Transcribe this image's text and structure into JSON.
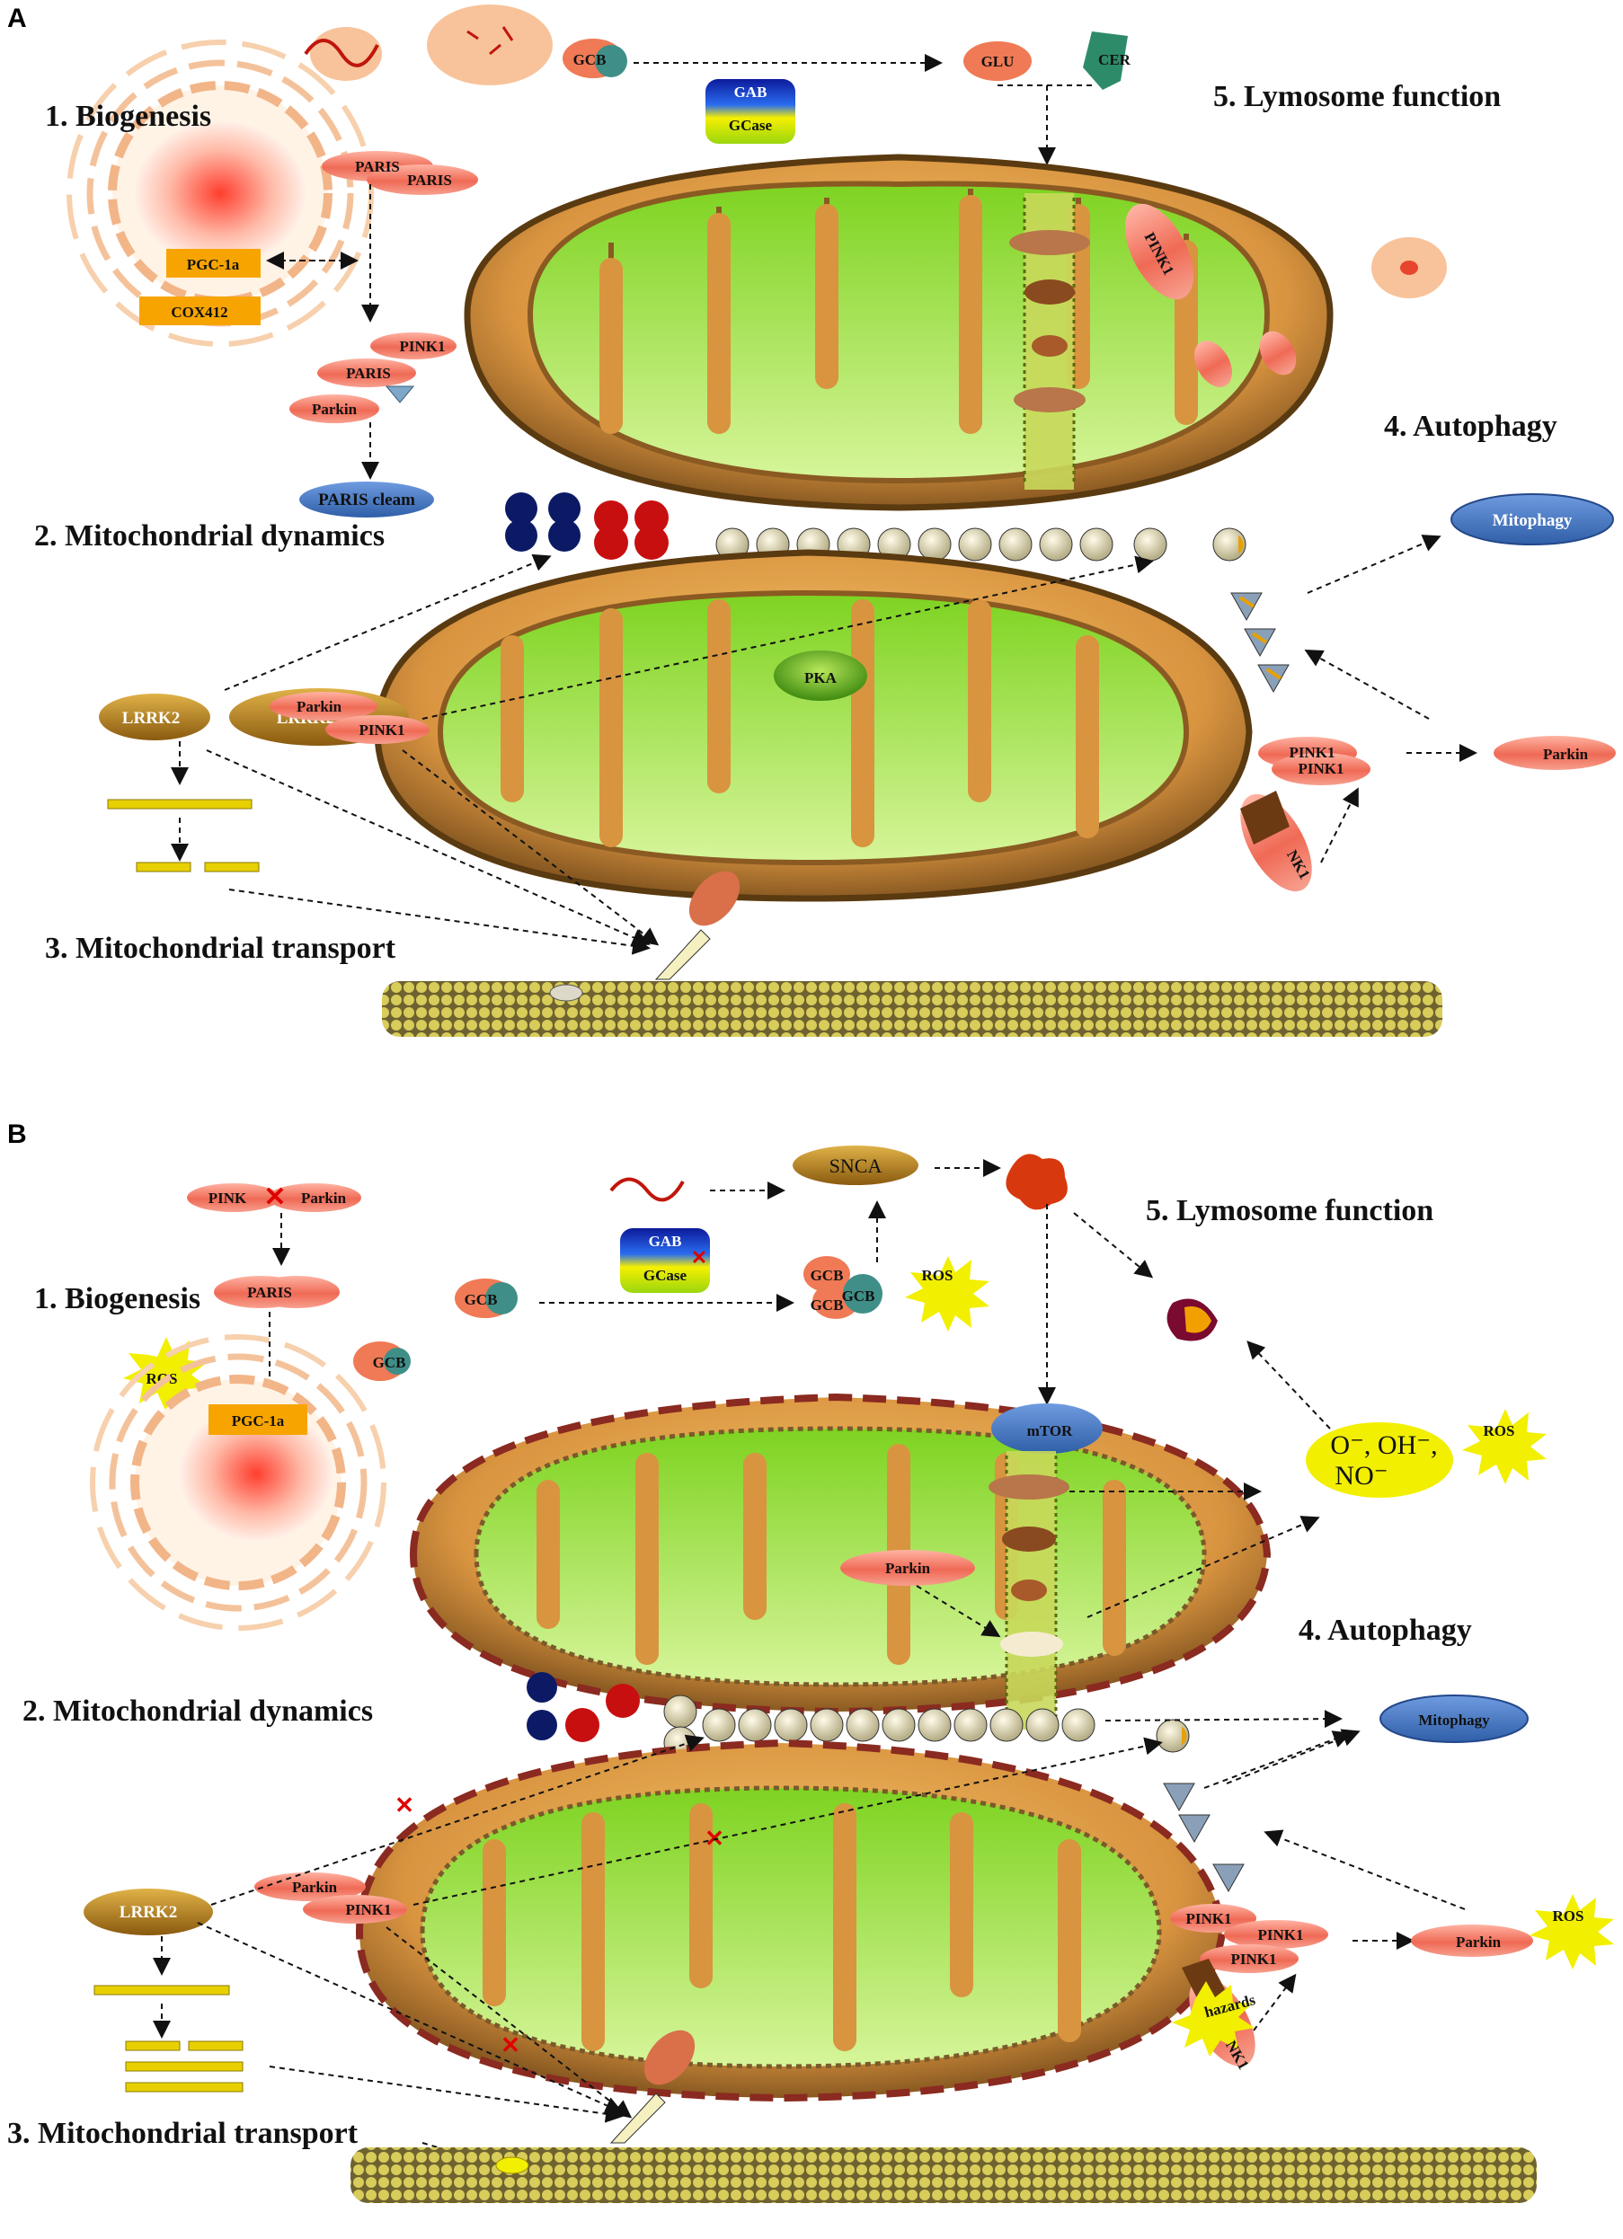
{
  "panels": {
    "a": "A",
    "b": "B"
  },
  "top": {
    "biogenesis": "1. Biogenesis",
    "dynamics": "2. Mitochondrial dynamics",
    "transport": "3. Mitochondrial transport",
    "autophagy": "4. Autophagy",
    "lysosome": "5. Lymosome  function",
    "paris1": "PARIS",
    "paris2": "PARIS",
    "pgc": "PGC-1a",
    "cox": "COX412",
    "pink1_a": "PINK1",
    "paris3": "PARIS",
    "parkin_a": "Parkin",
    "paris_clean": "PARIS cleam",
    "gcb": "GCB",
    "gab": "GAB",
    "gcase": "GCase",
    "glu": "GLU",
    "cer": "CER",
    "pink1_mem": "PINK1",
    "mitophagy": "Mitophagy",
    "pka": "PKA",
    "lrrk2": "LRRK2",
    "parkin_b": "Parkin",
    "pink1_b": "PINK1",
    "pink1_c": "PINK1",
    "pink1_d": "PINK1",
    "parkin_c": "Parkin",
    "nk1": "NK1"
  },
  "bottom": {
    "biogenesis": "1. Biogenesis",
    "dynamics": "2. Mitochondrial dynamics",
    "transport": "3. Mitochondrial transport",
    "autophagy": "4. Autophagy",
    "lysosome": "5. Lymosome  function",
    "pink": "PINK",
    "parkin_top": "Parkin",
    "paris": "PARIS",
    "ros1": "ROS",
    "gcb1": "GCB",
    "pgc": "PGC-1a",
    "gcb2": "GCB",
    "gab": "GAB",
    "gcase": "GCase",
    "snca": "SNCA",
    "gcb3": "GCB",
    "gcb4": "GCB",
    "gcb5": "GCB",
    "ros2": "ROS",
    "mtor": "mTOR",
    "radicals1": "O⁻, OH⁻,",
    "radicals2": "NO⁻",
    "ros3": "ROS",
    "parkin_mid": "Parkin",
    "mitophagy": "Mitophagy",
    "lrrk2": "LRRK2",
    "parkin_b": "Parkin",
    "pink1_b": "PINK1",
    "pink1_c": "PINK1",
    "pink1_d": "PINK1",
    "pink1_e": "PINK1",
    "parkin_c": "Parkin",
    "ros4": "ROS",
    "hazards": "hazards",
    "nk1": "NK1"
  },
  "colors": {
    "matrix_green": "#9be03c",
    "membrane_orange": "#e0a24a",
    "protein_salmon": "#ef7060",
    "kinase_brown": "#b8860b",
    "mitophagy_blue": "#4a7cc4",
    "drp_navy": "#0c1a66",
    "drp_red": "#c80f10",
    "microtubule": "#a59a3c"
  }
}
